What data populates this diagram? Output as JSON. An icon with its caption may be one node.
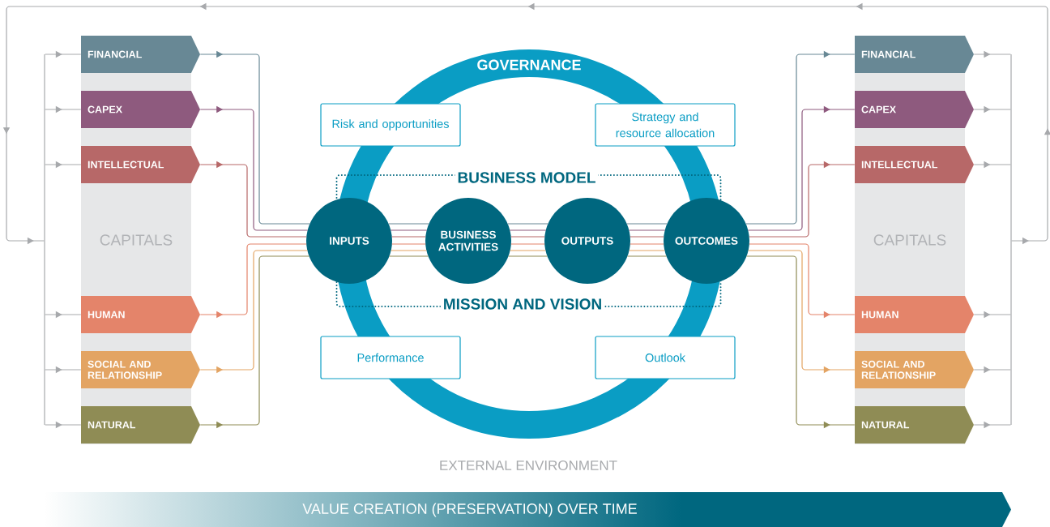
{
  "diagram": {
    "nodes": [
      {
        "text": [
          "CAPITALS"
        ]
      },
      {
        "text": [
          "FINANCIAL"
        ],
        "in": 0
      },
      {
        "text": [
          "CAPEX"
        ],
        "in": 0
      },
      {
        "text": [
          "INTELLECTUAL"
        ],
        "in": 0
      },
      {
        "text": [
          "HUMAN"
        ],
        "in": 0
      },
      {
        "text": [
          "SOCIAL AND RELATIONSHIP"
        ],
        "in": 0
      },
      {
        "text": [
          "NATURAL"
        ],
        "in": 0
      },
      {
        "text": [
          "GOVERNANCE"
        ]
      },
      {
        "text": [
          "Risk and opportunities"
        ]
      },
      {
        "text": [
          "Strategy and resource allocation"
        ]
      },
      {
        "text": [
          "Performance"
        ]
      },
      {
        "text": [
          "Outlook"
        ]
      },
      {
        "text": [
          "BUSINESS MODEL",
          "MISSION AND VISION"
        ],
        "in": 7
      },
      {
        "text": [
          "INPUTS"
        ]
      },
      {
        "text": [
          "BUSINESS ACTIVITIES"
        ],
        "in": 12
      },
      {
        "text": [
          "OUTPUTS"
        ],
        "in": 12
      },
      {
        "text": [
          "OUTCOMES"
        ]
      },
      {
        "text": [
          "CAPITALS"
        ]
      },
      {
        "text": [
          "FINANCIAL"
        ],
        "in": 17
      },
      {
        "text": [
          "CAPEX"
        ],
        "in": 17
      },
      {
        "text": [
          "INTELLECTUAL"
        ],
        "in": 17
      },
      {
        "text": [
          "HUMAN"
        ],
        "in": 17
      },
      {
        "text": [
          "SOCIAL AND RELATIONSHIP"
        ],
        "in": 17
      },
      {
        "text": [
          "NATURAL"
        ],
        "in": 17
      },
      {
        "text": [
          "VALUE CREATION (PRESERVATION) OVER TIME"
        ]
      },
      {
        "text": [],
        "shape": "bar"
      },
      {
        "text": [],
        "shape": "bar"
      }
    ],
    "edges": [
      {
        "from": 1,
        "to": 13,
        "arrow": "to",
        "color": "#688895"
      },
      {
        "from": 2,
        "to": 13,
        "arrow": "to",
        "color": "#8e5a7e"
      },
      {
        "from": 3,
        "to": 13,
        "arrow": "to",
        "color": "#b76868"
      },
      {
        "from": 4,
        "to": 13,
        "arrow": "to",
        "color": "#e4846a"
      },
      {
        "from": 5,
        "to": 13,
        "arrow": "to",
        "color": "#e3a463"
      },
      {
        "from": 6,
        "to": 13,
        "arrow": "to",
        "color": "#8f8c55"
      },
      {
        "from": 13,
        "to": 14,
        "arrow": "none",
        "color": "#688895"
      },
      {
        "from": 13,
        "to": 14,
        "arrow": "none",
        "color": "#8e5a7e"
      },
      {
        "from": 13,
        "to": 14,
        "arrow": "none",
        "color": "#b76868"
      },
      {
        "from": 13,
        "to": 14,
        "arrow": "none",
        "color": "#e4846a"
      },
      {
        "from": 13,
        "to": 14,
        "arrow": "none",
        "color": "#e3a463"
      },
      {
        "from": 13,
        "to": 14,
        "arrow": "none",
        "color": "#8f8c55"
      },
      {
        "from": 14,
        "to": 15,
        "arrow": "none",
        "color": "#688895"
      },
      {
        "from": 14,
        "to": 15,
        "arrow": "none",
        "color": "#8e5a7e"
      },
      {
        "from": 14,
        "to": 15,
        "arrow": "none",
        "color": "#b76868"
      },
      {
        "from": 14,
        "to": 15,
        "arrow": "none",
        "color": "#e4846a"
      },
      {
        "from": 14,
        "to": 15,
        "arrow": "none",
        "color": "#e3a463"
      },
      {
        "from": 14,
        "to": 15,
        "arrow": "none",
        "color": "#8f8c55"
      },
      {
        "from": 15,
        "to": 16,
        "arrow": "none",
        "color": "#688895"
      },
      {
        "from": 15,
        "to": 16,
        "arrow": "none",
        "color": "#8e5a7e"
      },
      {
        "from": 15,
        "to": 16,
        "arrow": "none",
        "color": "#b76868"
      },
      {
        "from": 15,
        "to": 16,
        "arrow": "none",
        "color": "#e4846a"
      },
      {
        "from": 15,
        "to": 16,
        "arrow": "none",
        "color": "#e3a463"
      },
      {
        "from": 15,
        "to": 16,
        "arrow": "none",
        "color": "#8f8c55"
      },
      {
        "from": 16,
        "to": 18,
        "arrow": "to",
        "color": "#688895"
      },
      {
        "from": 16,
        "to": 19,
        "arrow": "to",
        "color": "#8e5a7e"
      },
      {
        "from": 16,
        "to": 20,
        "arrow": "to",
        "color": "#b76868"
      },
      {
        "from": 16,
        "to": 21,
        "arrow": "to",
        "color": "#e4846a"
      },
      {
        "from": 16,
        "to": 22,
        "arrow": "to",
        "color": "#e3a463"
      },
      {
        "from": 16,
        "to": 23,
        "arrow": "to",
        "color": "#8f8c55"
      },
      {
        "from": 18,
        "to": 26,
        "arrow": "to",
        "color": "#a7a9ac"
      },
      {
        "from": 19,
        "to": 26,
        "arrow": "to",
        "color": "#a7a9ac"
      },
      {
        "from": 20,
        "to": 26,
        "arrow": "to",
        "color": "#a7a9ac"
      },
      {
        "from": 21,
        "to": 26,
        "arrow": "to",
        "color": "#a7a9ac"
      },
      {
        "from": 22,
        "to": 26,
        "arrow": "to",
        "color": "#a7a9ac"
      },
      {
        "from": 23,
        "to": 26,
        "arrow": "to",
        "color": "#a7a9ac"
      },
      {
        "from": 26,
        "to": 25,
        "arrow": "to",
        "color": "#a7a9ac"
      },
      {
        "from": 25,
        "to": 1,
        "arrow": "to",
        "color": "#a7a9ac"
      },
      {
        "from": 25,
        "to": 2,
        "arrow": "to",
        "color": "#a7a9ac"
      },
      {
        "from": 25,
        "to": 3,
        "arrow": "to",
        "color": "#a7a9ac"
      },
      {
        "from": 25,
        "to": 4,
        "arrow": "to",
        "color": "#a7a9ac"
      },
      {
        "from": 25,
        "to": 5,
        "arrow": "to",
        "color": "#a7a9ac"
      },
      {
        "from": 25,
        "to": 6,
        "arrow": "to",
        "color": "#a7a9ac"
      }
    ],
    "labels": [
      "EXTERNAL ENVIRONMENT"
    ]
  }
}
